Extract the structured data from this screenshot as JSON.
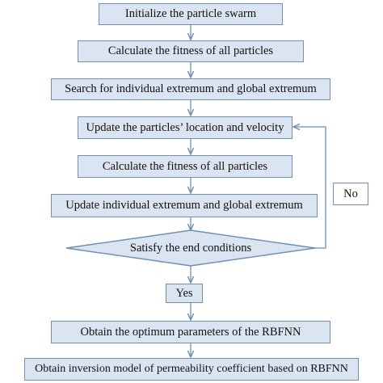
{
  "flowchart": {
    "steps": {
      "initialize": "Initialize the particle swarm",
      "fitness_1": "Calculate the fitness of all particles",
      "search_extremum": "Search for individual extremum and global extremum",
      "update_location": "Update the particles’ location and velocity",
      "fitness_2": "Calculate the fitness of all particles",
      "update_extremum": "Update individual extremum and global extremum",
      "end_condition": "Satisfy the end conditions",
      "optimum_params": "Obtain the optimum parameters of the RBFNN",
      "inversion_model": "Obtain inversion model of permeability coefficient based on RBFNN"
    },
    "branch_labels": {
      "yes": "Yes",
      "no": "No"
    },
    "colors": {
      "box_fill": "#dbe5f1",
      "box_border": "#6f8fb4",
      "arrow": "#6f8fb4"
    }
  }
}
